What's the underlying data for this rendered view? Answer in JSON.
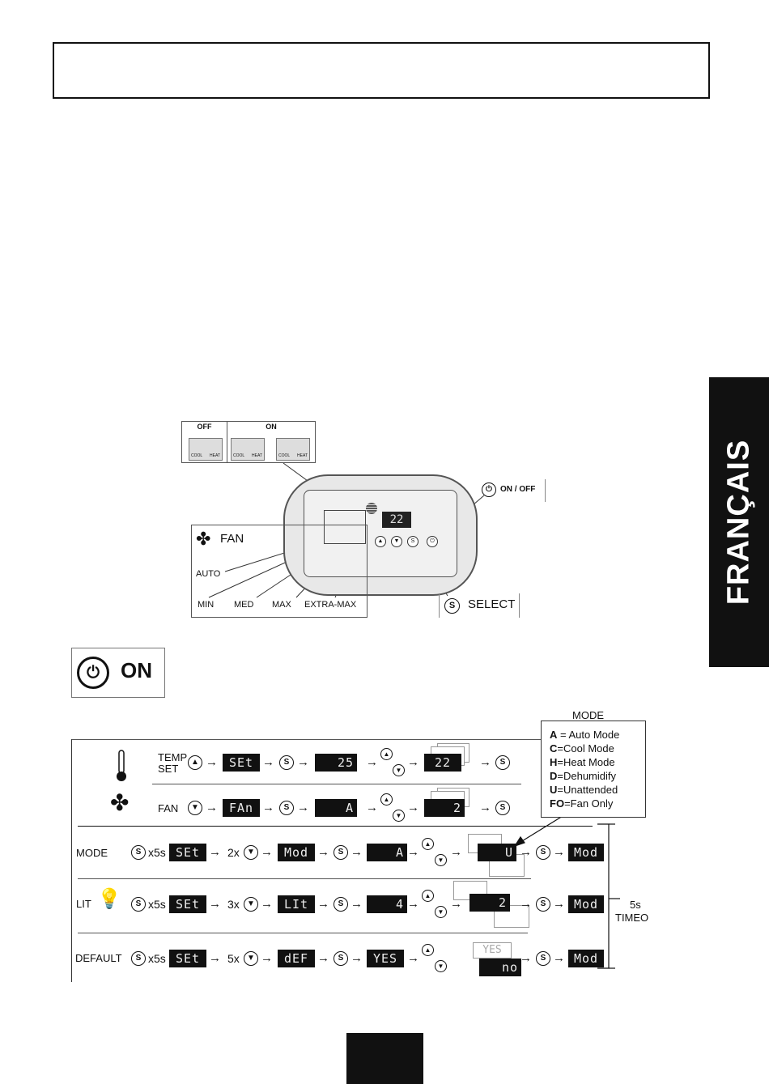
{
  "side_tab": {
    "label": "FRANÇAIS"
  },
  "panel": {
    "off_label": "OFF",
    "on_label": "ON",
    "led_cool": "COOL",
    "led_heat": "HEAT",
    "display_value": "22",
    "fan_label": "FAN",
    "auto_label": "AUTO",
    "min_label": "MIN",
    "med_label": "MED",
    "max_label": "MAX",
    "extra_max_label": "EXTRA-MAX",
    "onoff_label": "ON / OFF",
    "select_label": "SELECT",
    "select_symbol": "S"
  },
  "on_badge": {
    "label": "ON"
  },
  "flow": {
    "temp_label_1": "TEMP",
    "temp_label_2": "SET",
    "fan_label": "FAN",
    "mode_label": "MODE",
    "lit_label": "LIT",
    "default_label": "DEFAULT",
    "x5s": "x5s",
    "x2": "2x",
    "x3": "3x",
    "x5": "5x",
    "s": "S",
    "lcd_set": "SEt",
    "lcd_25": "25",
    "lcd_22": "22",
    "lcd_fan": "FAn",
    "lcd_a": "A",
    "lcd_2": "2",
    "lcd_mod": "Mod",
    "lcd_u": "U",
    "lcd_lit": "LIt",
    "lcd_4": "4",
    "lcd_def": "dEF",
    "lcd_yes": "YES",
    "lcd_no": "no",
    "timeout_1": "5s",
    "timeout_2": "TIMEO"
  },
  "mode_box": {
    "title": "MODE",
    "lines": [
      {
        "key": "A",
        "text": " = Auto Mode"
      },
      {
        "key": "C",
        "text": "=Cool Mode"
      },
      {
        "key": "H",
        "text": "=Heat Mode"
      },
      {
        "key": "D",
        "text": "=Dehumidify"
      },
      {
        "key": "U",
        "text": "=Unattended"
      },
      {
        "key": "FO",
        "text": "=Fan Only"
      }
    ]
  }
}
